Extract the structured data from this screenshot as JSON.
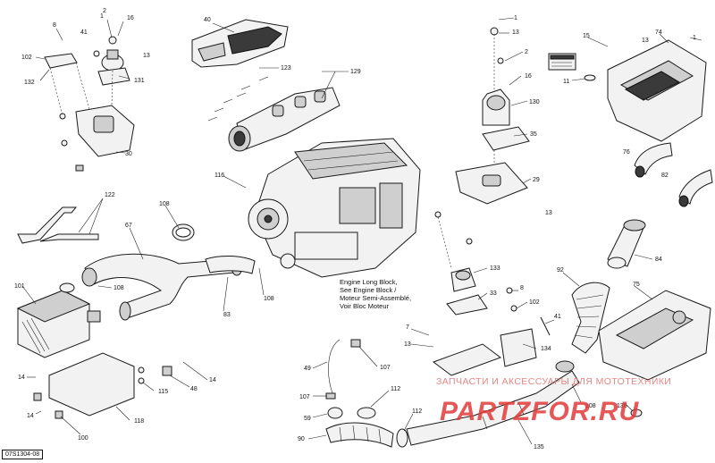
{
  "labels": {
    "l1": "1",
    "l2": "2",
    "l3": "8",
    "l4": "41",
    "l5": "16",
    "l6": "13",
    "l7": "102",
    "l8": "132",
    "l9": "131",
    "l10": "30",
    "l11": "40",
    "l12": "123",
    "l13": "129",
    "l14": "116",
    "l15": "1",
    "l16": "13",
    "l17": "2",
    "l18": "16",
    "l19": "130",
    "l20": "35",
    "l21": "29",
    "l22": "15",
    "l23": "74",
    "l24": "11",
    "l25": "13",
    "l26": "1",
    "l27": "13",
    "l28": "76",
    "l29": "82",
    "l30": "84",
    "l31": "75",
    "l32": "92",
    "l33": "41",
    "l34": "122",
    "l35": "108",
    "l36": "67",
    "l37": "101",
    "l38": "108",
    "l39": "108",
    "l40": "83",
    "l41": "133",
    "l42": "33",
    "l43": "8",
    "l44": "102",
    "l45": "7",
    "l46": "13",
    "l47": "134",
    "l48": "14",
    "l49": "115",
    "l50": "48",
    "l51": "14",
    "l52": "118",
    "l53": "14",
    "l54": "100",
    "l55": "49",
    "l56": "107",
    "l57": "107",
    "l58": "59",
    "l59": "112",
    "l60": "90",
    "l61": "112",
    "l62": "135",
    "l63": "108",
    "l64": "136"
  },
  "note": {
    "line1": "Engine Long Block,",
    "line2": "See Engine Block /",
    "line3": "Moteur Semi-Assemblé,",
    "line4": "Voir Bloc Moteur"
  },
  "watermark": {
    "text": "ЗАПЧАСТИ И АКСЕССУАРЫ ДЛЯ МОТОТЕХНИКИ",
    "logo": "PARTZFOR.RU"
  },
  "ref_code": "07S1304-08",
  "colors": {
    "watermark": "#e27a7a",
    "logo": "#e23a3a"
  }
}
